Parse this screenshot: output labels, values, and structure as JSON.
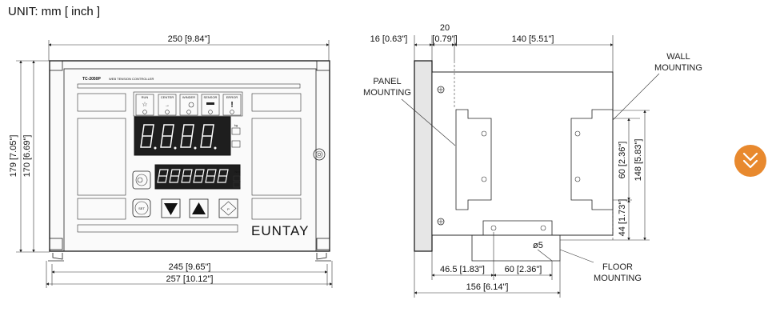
{
  "unit_label": "UNIT: mm [ inch ]",
  "front": {
    "dim_top": "250 [9.84\"]",
    "dim_left_outer": "179 [7.05\"]",
    "dim_left_inner": "170 [6.69\"]",
    "dim_bottom_inner": "245 [9.65\"]",
    "dim_bottom_outer": "257 [10.12\"]",
    "model": "TC-2050P",
    "model_sub": "WEB TENSION CONTROLLER",
    "indicators": [
      "RUN",
      "CENTER",
      "WINDER",
      "SENSOR",
      "ERROR"
    ],
    "set_label": "SET",
    "p_label": "P",
    "brand": "EUNTAY",
    "unit_kg": "kg",
    "unit_nm": "N/m"
  },
  "side": {
    "dim_16": "16 [0.63\"]",
    "dim_20_top": "20",
    "dim_20_bottom": "[0.79\"]",
    "dim_140": "140 [5.51\"]",
    "panel_mounting": [
      "PANEL",
      "MOUNTING"
    ],
    "wall_mounting": [
      "WALL",
      "MOUNTING"
    ],
    "floor_mounting": [
      "FLOOR",
      "MOUNTING"
    ],
    "dim_60_v": "60 [2.36\"]",
    "dim_148": "148 [5.83\"]",
    "dim_44": "44 [1.73\"]",
    "dim_phi5": "ø5",
    "dim_46_5": "46.5 [1.83\"]",
    "dim_60_h": "60 [2.36\"]",
    "dim_156": "156 [6.14\"]"
  },
  "colors": {
    "scroll_button": "#e8892e",
    "display": "#1e1e1e"
  },
  "icons": {
    "scroll_button": "double-chevron-down-icon"
  }
}
